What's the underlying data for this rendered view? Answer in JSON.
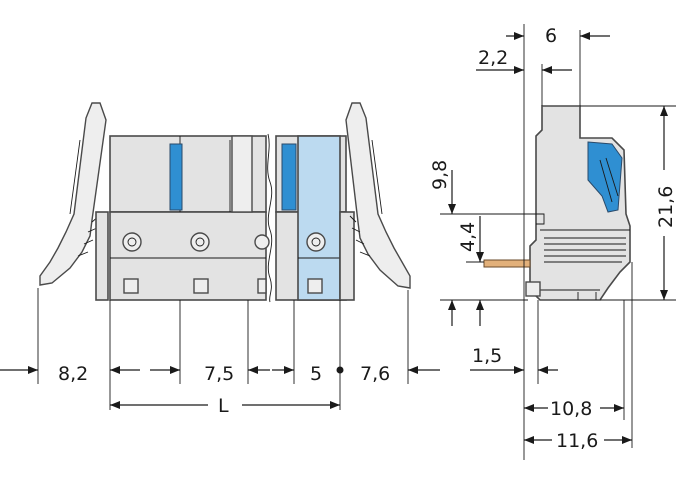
{
  "colors": {
    "housing": "#e3e3e3",
    "housing_outline": "#4a4a4a",
    "contact_blue": "#2f8fd2",
    "highlight_blue": "#bcdaf0",
    "pin": "#e2b07a",
    "dimension_line": "#1a1a1a"
  },
  "front_view": {
    "dims": {
      "a": "8,2",
      "b": "7,5",
      "c": "5",
      "d": "7,6",
      "total": "L"
    }
  },
  "side_view": {
    "dims": {
      "width_top": "6",
      "offset_top": "2,2",
      "height_upper": "9,8",
      "height_pin": "4,4",
      "height_total": "21,6",
      "offset_bottom": "1,5",
      "depth_inner": "10,8",
      "depth_total": "11,6"
    }
  }
}
